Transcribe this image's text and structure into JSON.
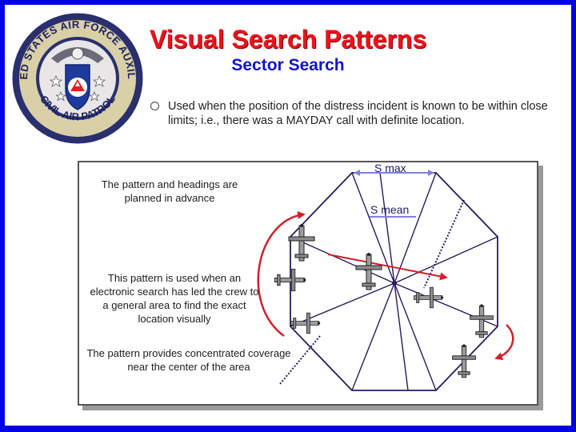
{
  "header": {
    "title": "Visual Search Patterns",
    "subtitle": "Sector Search"
  },
  "logo": {
    "ring_text_top": "UNITED STATES AIR FORCE AUXILIARY",
    "ring_text_bottom": "CIVIL AIR PATROL"
  },
  "bullet": {
    "text": "Used when the position of the distress incident is known to be within close limits; i.e., there was a MAYDAY call with definite location."
  },
  "diagram": {
    "notes": [
      "The pattern and headings are planned in advance",
      "This pattern is used when an electronic search has led the crew to a general area to find the exact location visually",
      "The pattern provides concentrated coverage near the center of the area"
    ],
    "labels": {
      "s_max": "S  max",
      "s_mean": "S  mean"
    }
  },
  "colors": {
    "frame": "#0000e6",
    "title": "#e8141e",
    "subtitle": "#1414c8",
    "pattern_lines": "#2b1a5e",
    "arrows": "#d0202a",
    "measure": "#8080e0"
  }
}
